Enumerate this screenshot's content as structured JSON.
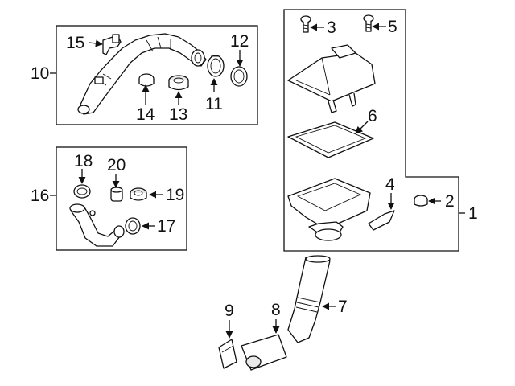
{
  "callouts": {
    "c1": "1",
    "c2": "2",
    "c3": "3",
    "c4": "4",
    "c5": "5",
    "c6": "6",
    "c7": "7",
    "c8": "8",
    "c9": "9",
    "c10": "10",
    "c11": "11",
    "c12": "12",
    "c13": "13",
    "c14": "14",
    "c15": "15",
    "c16": "16",
    "c17": "17",
    "c18": "18",
    "c19": "19",
    "c20": "20"
  },
  "colors": {
    "line": "#111111",
    "background": "#ffffff",
    "shade": "#e9e9e9"
  }
}
